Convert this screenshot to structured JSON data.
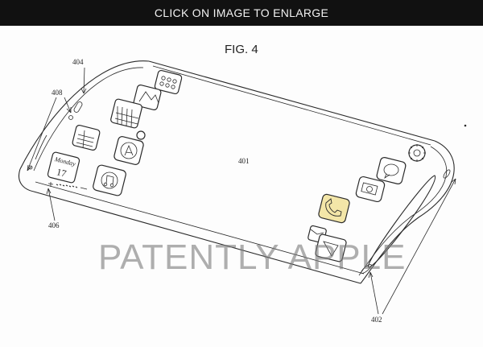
{
  "header": {
    "enlarge_label": "CLICK ON IMAGE TO ENLARGE"
  },
  "figure": {
    "title": "FIG. 4",
    "ref_display": "401",
    "ref_side_buttons": "402",
    "ref_top_buttons": "404",
    "ref_side_edge": "406",
    "ref_camera": "408",
    "calendar_weekday": "Monday",
    "calendar_day": "17"
  },
  "watermark": {
    "text": "PATENTLY APPLE"
  },
  "icons": [
    "calculator-icon",
    "photos-icon",
    "spreadsheet-icon",
    "chat-icon",
    "notes-icon",
    "app-store-icon",
    "calendar-icon",
    "music-icon",
    "settings-icon",
    "messages-icon",
    "camera-icon",
    "phone-icon",
    "mail-icon",
    "video-icon"
  ]
}
